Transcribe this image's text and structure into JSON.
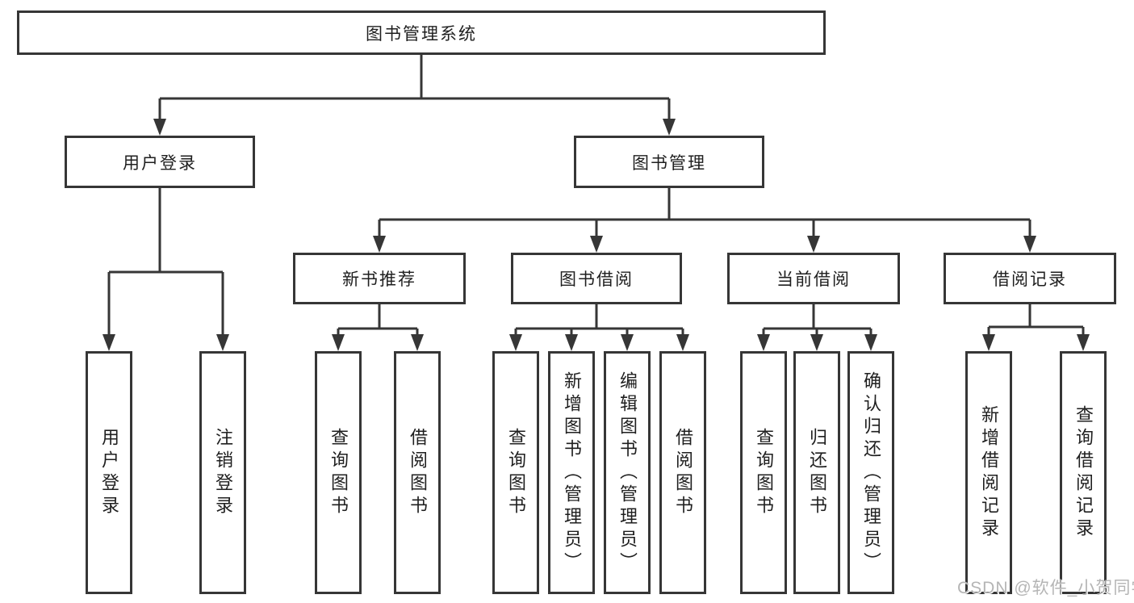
{
  "diagram": {
    "title": "图书管理系统",
    "level2": {
      "user_login": "用户登录",
      "book_mgmt": "图书管理"
    },
    "level3": {
      "new_book_rec": "新书推荐",
      "book_borrow": "图书借阅",
      "current_borrow": "当前借阅",
      "borrow_records": "借阅记录"
    },
    "leaves": {
      "user_login": "用户登录",
      "logout": "注销登录",
      "rec_query_book": "查询图书",
      "rec_borrow_book": "借阅图书",
      "bor_query_book": "查询图书",
      "bor_add_book": "新增图书（管理员）",
      "bor_edit_book": "编辑图书（管理员）",
      "bor_borrow_book": "借阅图书",
      "cur_query_book": "查询图书",
      "cur_return_book": "归还图书",
      "cur_confirm_return": "确认归还（管理员）",
      "log_add_record": "新增借阅记录",
      "log_query_record": "查询借阅记录"
    }
  },
  "watermark": "CSDN @软件_小贺同学",
  "colors": {
    "line": "#363636",
    "box_border": "#363636",
    "text": "#1f1f1f",
    "watermark": "#b5b5b5"
  }
}
